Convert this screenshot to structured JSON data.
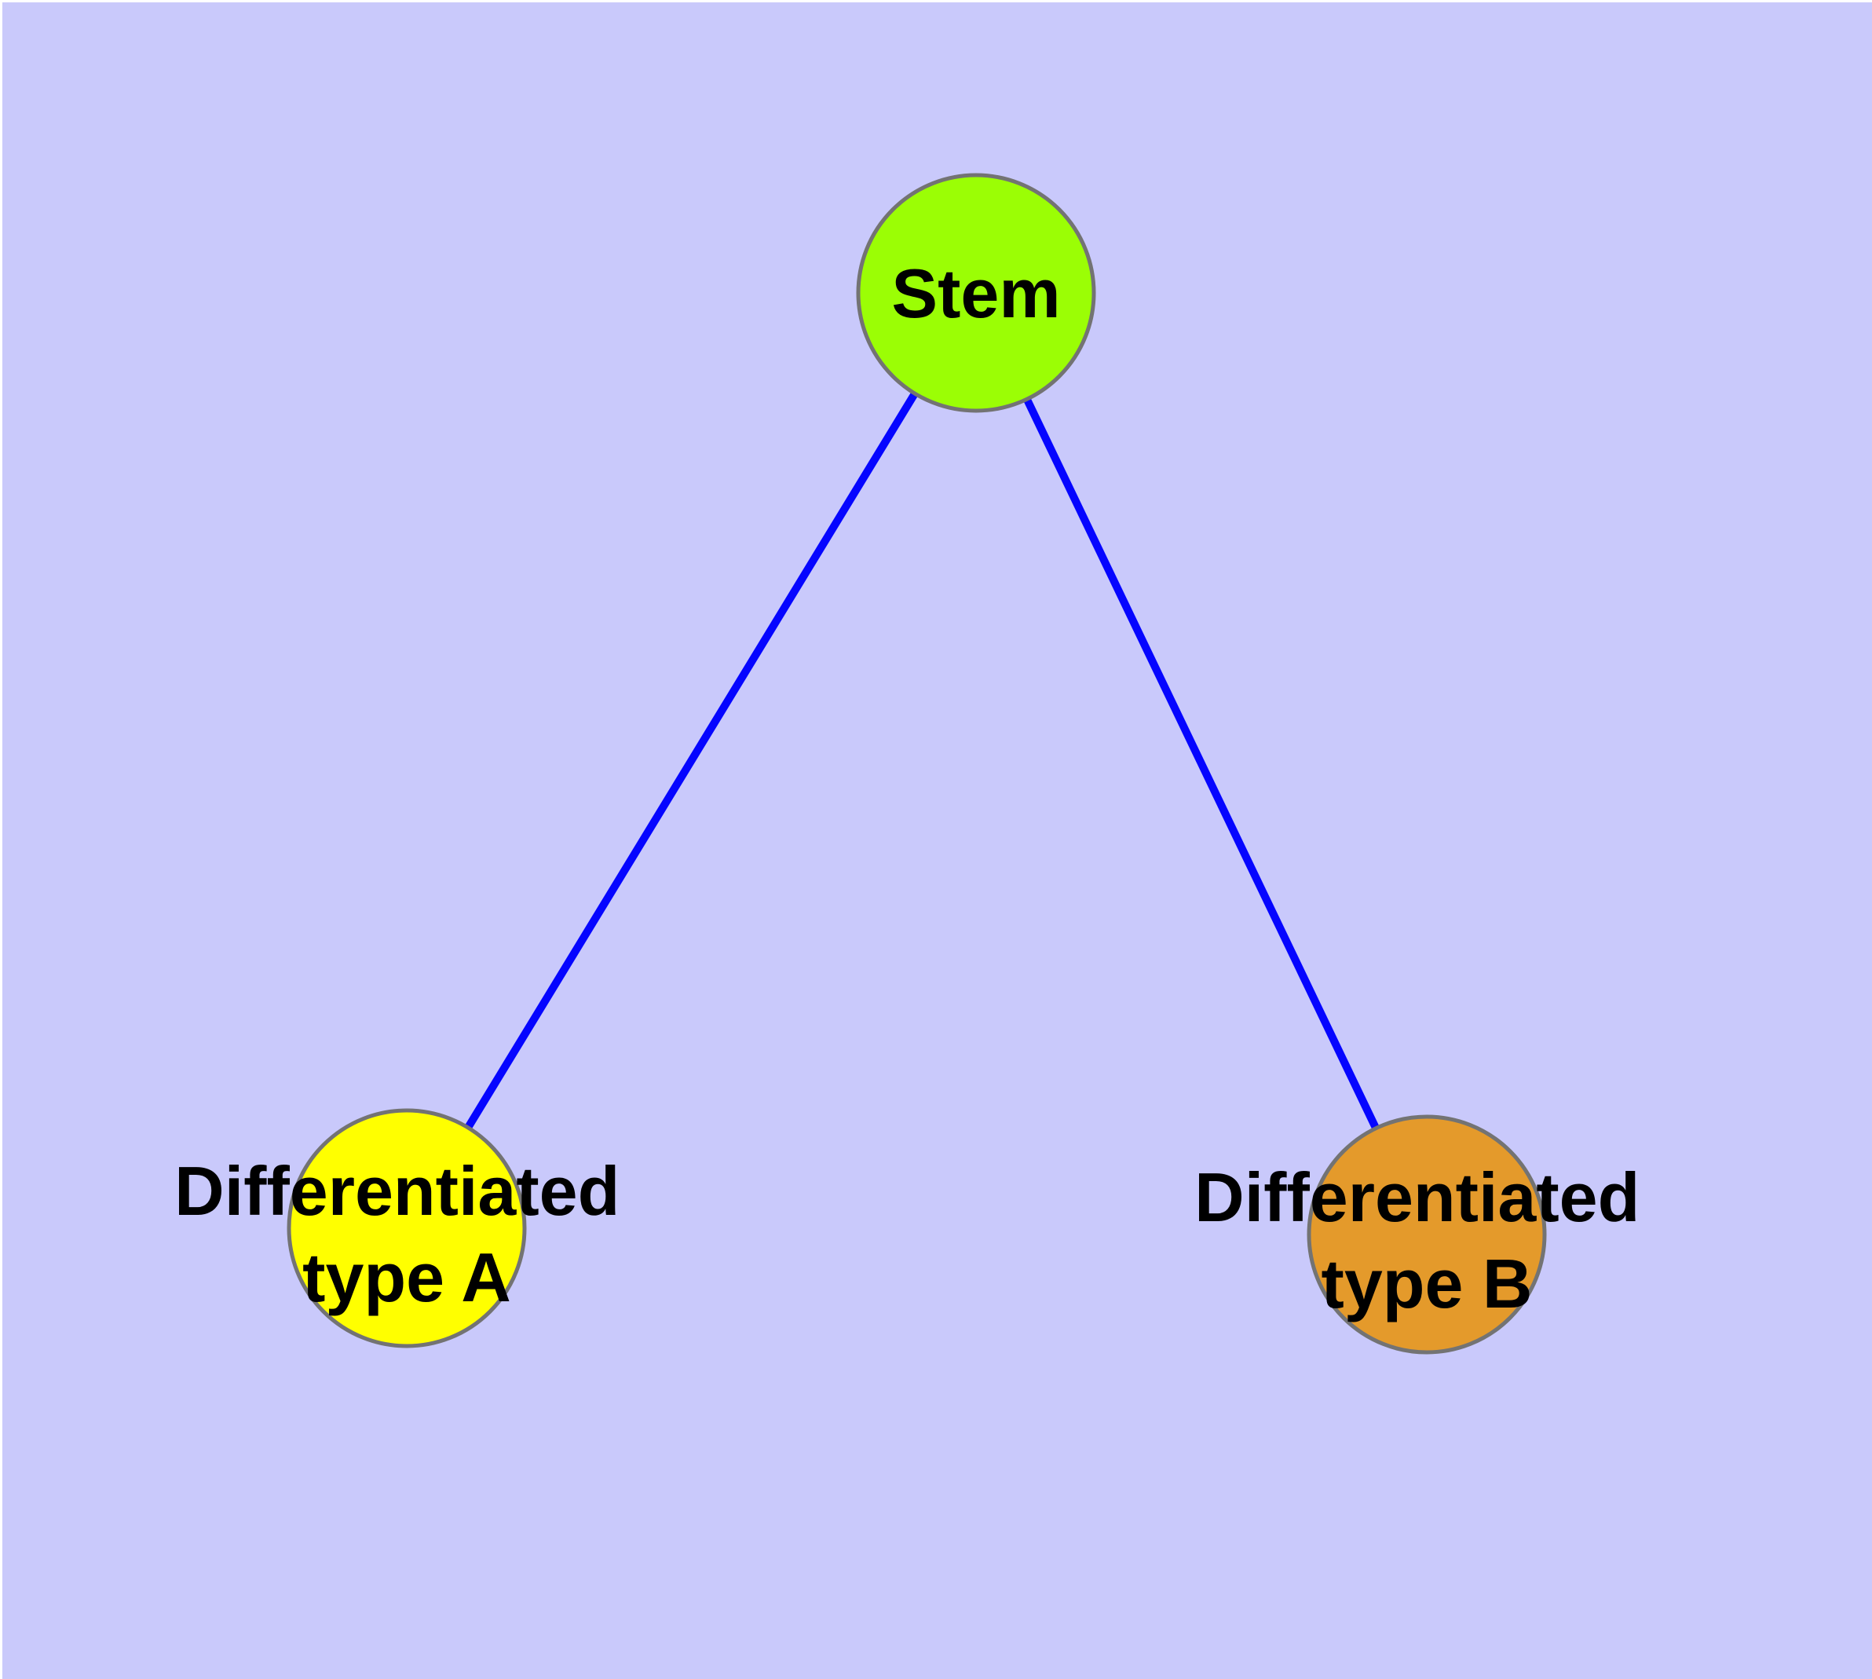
{
  "diagram": {
    "background_color": "#C9C9FB",
    "edge_color": "#0505FF",
    "node_border_color": "#737373",
    "label_color": "#000000",
    "nodes": [
      {
        "id": "stem",
        "label": "Stem",
        "fill": "#9BFE05"
      },
      {
        "id": "differentiated-type-a",
        "label_lines": [
          "Differentiated",
          "type A"
        ],
        "fill": "#FFFF00"
      },
      {
        "id": "differentiated-type-b",
        "label_lines": [
          "Differentiated",
          "type B"
        ],
        "fill": "#E49A2B"
      }
    ],
    "edges": [
      {
        "from": "stem",
        "to": "differentiated-type-a"
      },
      {
        "from": "stem",
        "to": "differentiated-type-b"
      }
    ]
  }
}
